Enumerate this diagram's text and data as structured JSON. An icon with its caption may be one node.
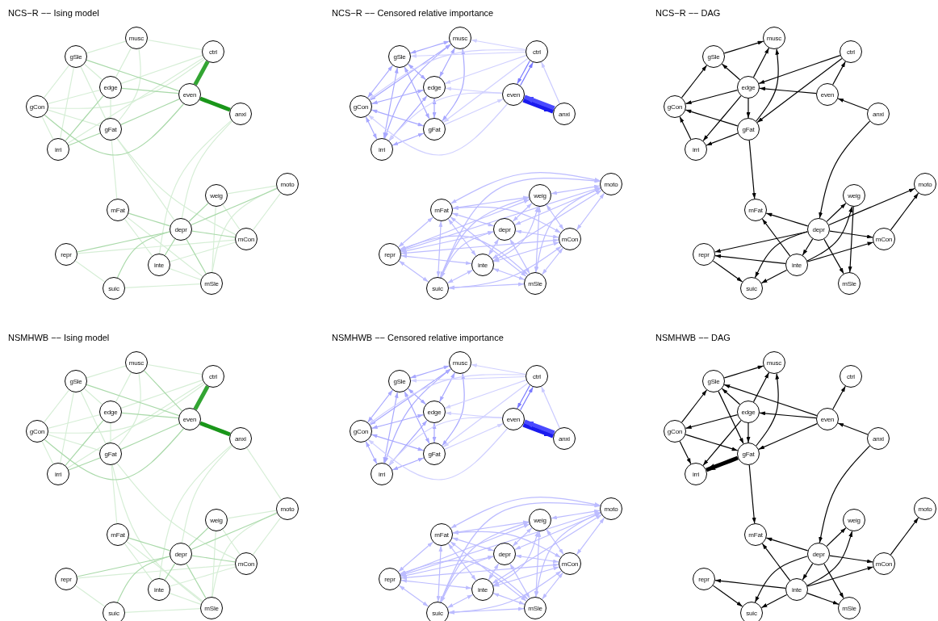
{
  "diagram": {
    "nodes": [
      {
        "text": [
          "musc"
        ]
      },
      {
        "text": [
          "gSle"
        ]
      },
      {
        "text": [
          "ctrl"
        ]
      },
      {
        "text": [
          "edge"
        ]
      },
      {
        "text": [
          "even"
        ]
      },
      {
        "text": [
          "gCon"
        ]
      },
      {
        "text": [
          "anxi"
        ]
      },
      {
        "text": [
          "gFat"
        ]
      },
      {
        "text": [
          "irri"
        ]
      },
      {
        "text": [
          "moto"
        ]
      },
      {
        "text": [
          "weig"
        ]
      },
      {
        "text": [
          "mFat"
        ]
      },
      {
        "text": [
          "depr"
        ]
      },
      {
        "text": [
          "mCon"
        ]
      },
      {
        "text": [
          "repr"
        ]
      },
      {
        "text": [
          "inte"
        ]
      },
      {
        "text": [
          "mSle"
        ]
      },
      {
        "text": [
          "suic"
        ]
      },
      {
        "text": [
          "musc"
        ]
      },
      {
        "text": [
          "gSle"
        ]
      },
      {
        "text": [
          "ctrl"
        ]
      },
      {
        "text": [
          "edge"
        ]
      },
      {
        "text": [
          "even"
        ]
      },
      {
        "text": [
          "gCon"
        ]
      },
      {
        "text": [
          "anxi"
        ]
      },
      {
        "text": [
          "gFat"
        ]
      },
      {
        "text": [
          "irri"
        ]
      },
      {
        "text": [
          "moto"
        ]
      },
      {
        "text": [
          "weig"
        ]
      },
      {
        "text": [
          "mFat"
        ]
      },
      {
        "text": [
          "depr"
        ]
      },
      {
        "text": [
          "mCon"
        ]
      },
      {
        "text": [
          "repr"
        ]
      },
      {
        "text": [
          "inte"
        ]
      },
      {
        "text": [
          "mSle"
        ]
      },
      {
        "text": [
          "suic"
        ]
      },
      {
        "text": [
          "musc"
        ]
      },
      {
        "text": [
          "gSle"
        ]
      },
      {
        "text": [
          "ctrl"
        ]
      },
      {
        "text": [
          "edge"
        ]
      },
      {
        "text": [
          "even"
        ]
      },
      {
        "text": [
          "gCon"
        ]
      },
      {
        "text": [
          "anxi"
        ]
      },
      {
        "text": [
          "gFat"
        ]
      },
      {
        "text": [
          "irri"
        ]
      },
      {
        "text": [
          "moto"
        ]
      },
      {
        "text": [
          "weig"
        ]
      },
      {
        "text": [
          "mFat"
        ]
      },
      {
        "text": [
          "depr"
        ]
      },
      {
        "text": [
          "mCon"
        ]
      },
      {
        "text": [
          "repr"
        ]
      },
      {
        "text": [
          "inte"
        ]
      },
      {
        "text": [
          "mSle"
        ]
      },
      {
        "text": [
          "suic"
        ]
      },
      {
        "text": [
          "musc"
        ]
      },
      {
        "text": [
          "gSle"
        ]
      },
      {
        "text": [
          "ctrl"
        ]
      },
      {
        "text": [
          "edge"
        ]
      },
      {
        "text": [
          "even"
        ]
      },
      {
        "text": [
          "gCon"
        ]
      },
      {
        "text": [
          "anxi"
        ]
      },
      {
        "text": [
          "gFat"
        ]
      },
      {
        "text": [
          "irri"
        ]
      },
      {
        "text": [
          "moto"
        ]
      },
      {
        "text": [
          "weig"
        ]
      },
      {
        "text": [
          "mFat"
        ]
      },
      {
        "text": [
          "depr"
        ]
      },
      {
        "text": [
          "mCon"
        ]
      },
      {
        "text": [
          "repr"
        ]
      },
      {
        "text": [
          "inte"
        ]
      },
      {
        "text": [
          "mSle"
        ]
      },
      {
        "text": [
          "suic"
        ]
      },
      {
        "text": [
          "musc"
        ]
      },
      {
        "text": [
          "gSle"
        ]
      },
      {
        "text": [
          "ctrl"
        ]
      },
      {
        "text": [
          "edge"
        ]
      },
      {
        "text": [
          "even"
        ]
      },
      {
        "text": [
          "gCon"
        ]
      },
      {
        "text": [
          "anxi"
        ]
      },
      {
        "text": [
          "gFat"
        ]
      },
      {
        "text": [
          "irri"
        ]
      },
      {
        "text": [
          "moto"
        ]
      },
      {
        "text": [
          "weig"
        ]
      },
      {
        "text": [
          "mFat"
        ]
      },
      {
        "text": [
          "depr"
        ]
      },
      {
        "text": [
          "mCon"
        ]
      },
      {
        "text": [
          "repr"
        ]
      },
      {
        "text": [
          "inte"
        ]
      },
      {
        "text": [
          "mSle"
        ]
      },
      {
        "text": [
          "suic"
        ]
      },
      {
        "text": [
          "musc"
        ]
      },
      {
        "text": [
          "gSle"
        ]
      },
      {
        "text": [
          "ctrl"
        ]
      },
      {
        "text": [
          "edge"
        ]
      },
      {
        "text": [
          "even"
        ]
      },
      {
        "text": [
          "gCon"
        ]
      },
      {
        "text": [
          "anxi"
        ]
      },
      {
        "text": [
          "gFat"
        ]
      },
      {
        "text": [
          "irri"
        ]
      },
      {
        "text": [
          "moto"
        ]
      },
      {
        "text": [
          "weig"
        ]
      },
      {
        "text": [
          "mFat"
        ]
      },
      {
        "text": [
          "depr"
        ]
      },
      {
        "text": [
          "mCon"
        ]
      },
      {
        "text": [
          "repr"
        ]
      },
      {
        "text": [
          "inte"
        ]
      },
      {
        "text": [
          "mSle"
        ]
      },
      {
        "text": [
          "suic"
        ]
      }
    ],
    "edges": [
      {
        "from": 0,
        "to": 1,
        "arrow": "none",
        "color": "#d6eed6"
      },
      {
        "from": 0,
        "to": 2,
        "arrow": "none",
        "color": "#d6eed6"
      },
      {
        "from": 0,
        "to": 3,
        "arrow": "none",
        "color": "#d6eed6"
      },
      {
        "from": 0,
        "to": 7,
        "arrow": "none",
        "color": "#d6eed6"
      },
      {
        "from": 1,
        "to": 5,
        "arrow": "none",
        "color": "#d6eed6"
      },
      {
        "from": 1,
        "to": 3,
        "arrow": "none",
        "color": "#d6eed6"
      },
      {
        "from": 1,
        "to": 7,
        "arrow": "none",
        "color": "#d6eed6"
      },
      {
        "from": 1,
        "to": 8,
        "arrow": "none",
        "color": "#d6eed6"
      },
      {
        "from": 5,
        "to": 3,
        "arrow": "none",
        "color": "#d6eed6"
      },
      {
        "from": 5,
        "to": 7,
        "arrow": "none",
        "color": "#d6eed6"
      },
      {
        "from": 5,
        "to": 8,
        "arrow": "none",
        "color": "#d6eed6"
      },
      {
        "from": 7,
        "to": 11,
        "arrow": "none",
        "color": "#d6eed6"
      },
      {
        "from": 7,
        "to": 12,
        "arrow": "none",
        "color": "#d6eed6"
      },
      {
        "from": 7,
        "to": 13,
        "arrow": "none",
        "color": "#d6eed6"
      },
      {
        "from": 3,
        "to": 2,
        "arrow": "none",
        "color": "#d6eed6"
      },
      {
        "from": 5,
        "to": 2,
        "arrow": "none",
        "color": "#d6eed6"
      },
      {
        "from": 8,
        "to": 2,
        "arrow": "none",
        "color": "#d6eed6"
      },
      {
        "from": 10,
        "to": 16,
        "arrow": "none",
        "color": "#d6eed6"
      },
      {
        "from": 10,
        "to": 13,
        "arrow": "none",
        "color": "#d6eed6"
      },
      {
        "from": 9,
        "to": 13,
        "arrow": "none",
        "color": "#d6eed6"
      },
      {
        "from": 9,
        "to": 16,
        "arrow": "none",
        "color": "#d6eed6"
      },
      {
        "from": 11,
        "to": 15,
        "arrow": "none",
        "color": "#d6eed6"
      },
      {
        "from": 11,
        "to": 16,
        "arrow": "none",
        "color": "#d6eed6"
      },
      {
        "from": 14,
        "to": 17,
        "arrow": "none",
        "color": "#d6eed6"
      },
      {
        "from": 14,
        "to": 13,
        "arrow": "none",
        "color": "#d6eed6"
      },
      {
        "from": 17,
        "to": 16,
        "arrow": "none",
        "color": "#d6eed6"
      },
      {
        "from": 15,
        "to": 13,
        "arrow": "none",
        "color": "#d6eed6"
      },
      {
        "from": 15,
        "to": 16,
        "arrow": "none",
        "color": "#d6eed6"
      },
      {
        "from": 6,
        "to": 12,
        "arrow": "none",
        "color": "#d6eed6"
      },
      {
        "from": 6,
        "to": 15,
        "arrow": "none",
        "color": "#d6eed6"
      },
      {
        "from": 10,
        "to": 9,
        "arrow": "none",
        "color": "#d6eed6"
      },
      {
        "from": 3,
        "to": 7,
        "arrow": "none",
        "color": "#d6eed6"
      },
      {
        "from": 1,
        "to": 4,
        "arrow": "none",
        "color": "#a9d9a9"
      },
      {
        "from": 3,
        "to": 4,
        "arrow": "none",
        "color": "#a9d9a9"
      },
      {
        "from": 5,
        "to": 4,
        "arrow": "none",
        "color": "#a9d9a9"
      },
      {
        "from": 7,
        "to": 4,
        "arrow": "none",
        "color": "#a9d9a9"
      },
      {
        "from": 7,
        "to": 8,
        "arrow": "none",
        "color": "#a9d9a9"
      },
      {
        "from": 3,
        "to": 8,
        "arrow": "none",
        "color": "#a9d9a9"
      },
      {
        "from": 11,
        "to": 12,
        "arrow": "none",
        "color": "#a9d9a9"
      },
      {
        "from": 12,
        "to": 13,
        "arrow": "none",
        "color": "#a9d9a9"
      },
      {
        "from": 12,
        "to": 16,
        "arrow": "none",
        "color": "#a9d9a9"
      },
      {
        "from": 12,
        "to": 10,
        "arrow": "none",
        "color": "#a9d9a9"
      },
      {
        "from": 12,
        "to": 17,
        "arrow": "none",
        "color": "#a9d9a9"
      },
      {
        "from": 14,
        "to": 12,
        "arrow": "none",
        "color": "#a9d9a9"
      },
      {
        "from": 12,
        "to": 9,
        "arrow": "none",
        "color": "#a9d9a9"
      },
      {
        "from": 15,
        "to": 12,
        "arrow": "none",
        "color": "#a9d9a9"
      },
      {
        "from": 2,
        "to": 4,
        "arrow": "none",
        "style": "thick",
        "color": "#33a533"
      },
      {
        "from": 4,
        "to": 6,
        "arrow": "none",
        "style": "thick",
        "color": "#1a961a"
      },
      {
        "from": 18,
        "to": 19,
        "arrow": "both",
        "color": "#a8a8ff"
      },
      {
        "from": 18,
        "to": 21,
        "arrow": "both",
        "color": "#a8a8ff"
      },
      {
        "from": 18,
        "to": 23,
        "arrow": "both",
        "color": "#a8a8ff"
      },
      {
        "from": 18,
        "to": 25,
        "arrow": "both",
        "color": "#a8a8ff"
      },
      {
        "from": 18,
        "to": 26,
        "arrow": "both",
        "color": "#a8a8ff"
      },
      {
        "from": 19,
        "to": 21,
        "arrow": "both",
        "color": "#a8a8ff"
      },
      {
        "from": 19,
        "to": 23,
        "arrow": "both",
        "color": "#a8a8ff"
      },
      {
        "from": 19,
        "to": 25,
        "arrow": "both",
        "color": "#a8a8ff"
      },
      {
        "from": 19,
        "to": 26,
        "arrow": "both",
        "color": "#a8a8ff"
      },
      {
        "from": 21,
        "to": 23,
        "arrow": "both",
        "color": "#a8a8ff"
      },
      {
        "from": 21,
        "to": 25,
        "arrow": "both",
        "color": "#a8a8ff"
      },
      {
        "from": 21,
        "to": 26,
        "arrow": "both",
        "color": "#a8a8ff"
      },
      {
        "from": 23,
        "to": 25,
        "arrow": "both",
        "color": "#a8a8ff"
      },
      {
        "from": 23,
        "to": 26,
        "arrow": "both",
        "color": "#a8a8ff"
      },
      {
        "from": 25,
        "to": 26,
        "arrow": "both",
        "color": "#a8a8ff"
      },
      {
        "from": 20,
        "to": 18,
        "arrow": "to",
        "color": "#d0d0ff"
      },
      {
        "from": 20,
        "to": 19,
        "arrow": "to",
        "color": "#d0d0ff"
      },
      {
        "from": 20,
        "to": 21,
        "arrow": "to",
        "color": "#d0d0ff"
      },
      {
        "from": 20,
        "to": 23,
        "arrow": "to",
        "color": "#d0d0ff"
      },
      {
        "from": 20,
        "to": 25,
        "arrow": "to",
        "color": "#d0d0ff"
      },
      {
        "from": 22,
        "to": 21,
        "arrow": "to",
        "color": "#d0d0ff"
      },
      {
        "from": 22,
        "to": 23,
        "arrow": "to",
        "color": "#d0d0ff"
      },
      {
        "from": 22,
        "to": 26,
        "arrow": "to",
        "color": "#d0d0ff"
      },
      {
        "from": 25,
        "to": 22,
        "arrow": "to",
        "color": "#d0d0ff"
      },
      {
        "from": 24,
        "to": 20,
        "arrow": "to",
        "color": "#cacaff"
      },
      {
        "from": 27,
        "to": 28,
        "arrow": "both",
        "color": "#bcbcff"
      },
      {
        "from": 27,
        "to": 29,
        "arrow": "both",
        "color": "#bcbcff"
      },
      {
        "from": 27,
        "to": 30,
        "arrow": "both",
        "color": "#bcbcff"
      },
      {
        "from": 27,
        "to": 31,
        "arrow": "both",
        "color": "#bcbcff"
      },
      {
        "from": 27,
        "to": 32,
        "arrow": "both",
        "color": "#bcbcff"
      },
      {
        "from": 27,
        "to": 33,
        "arrow": "both",
        "color": "#bcbcff"
      },
      {
        "from": 27,
        "to": 34,
        "arrow": "both",
        "color": "#bcbcff"
      },
      {
        "from": 27,
        "to": 35,
        "arrow": "both",
        "color": "#bcbcff"
      },
      {
        "from": 28,
        "to": 29,
        "arrow": "both",
        "color": "#bcbcff"
      },
      {
        "from": 28,
        "to": 30,
        "arrow": "both",
        "color": "#bcbcff"
      },
      {
        "from": 28,
        "to": 31,
        "arrow": "both",
        "color": "#bcbcff"
      },
      {
        "from": 28,
        "to": 32,
        "arrow": "both",
        "color": "#bcbcff"
      },
      {
        "from": 28,
        "to": 33,
        "arrow": "both",
        "color": "#bcbcff"
      },
      {
        "from": 28,
        "to": 34,
        "arrow": "both",
        "color": "#bcbcff"
      },
      {
        "from": 28,
        "to": 35,
        "arrow": "both",
        "color": "#bcbcff"
      },
      {
        "from": 29,
        "to": 30,
        "arrow": "both",
        "color": "#bcbcff"
      },
      {
        "from": 29,
        "to": 31,
        "arrow": "both",
        "color": "#bcbcff"
      },
      {
        "from": 29,
        "to": 32,
        "arrow": "both",
        "color": "#bcbcff"
      },
      {
        "from": 29,
        "to": 33,
        "arrow": "both",
        "color": "#bcbcff"
      },
      {
        "from": 29,
        "to": 34,
        "arrow": "both",
        "color": "#bcbcff"
      },
      {
        "from": 29,
        "to": 35,
        "arrow": "both",
        "color": "#bcbcff"
      },
      {
        "from": 30,
        "to": 31,
        "arrow": "both",
        "color": "#bcbcff"
      },
      {
        "from": 30,
        "to": 32,
        "arrow": "both",
        "color": "#bcbcff"
      },
      {
        "from": 30,
        "to": 33,
        "arrow": "both",
        "color": "#bcbcff"
      },
      {
        "from": 30,
        "to": 34,
        "arrow": "both",
        "color": "#bcbcff"
      },
      {
        "from": 30,
        "to": 35,
        "arrow": "both",
        "color": "#bcbcff"
      },
      {
        "from": 31,
        "to": 32,
        "arrow": "both",
        "color": "#bcbcff"
      },
      {
        "from": 31,
        "to": 33,
        "arrow": "both",
        "color": "#bcbcff"
      },
      {
        "from": 31,
        "to": 34,
        "arrow": "both",
        "color": "#bcbcff"
      },
      {
        "from": 31,
        "to": 35,
        "arrow": "both",
        "color": "#bcbcff"
      },
      {
        "from": 32,
        "to": 33,
        "arrow": "both",
        "color": "#bcbcff"
      },
      {
        "from": 32,
        "to": 34,
        "arrow": "both",
        "color": "#bcbcff"
      },
      {
        "from": 32,
        "to": 35,
        "arrow": "both",
        "color": "#bcbcff"
      },
      {
        "from": 33,
        "to": 34,
        "arrow": "both",
        "color": "#bcbcff"
      },
      {
        "from": 33,
        "to": 35,
        "arrow": "both",
        "color": "#bcbcff"
      },
      {
        "from": 34,
        "to": 35,
        "arrow": "both",
        "color": "#bcbcff"
      },
      {
        "from": 20,
        "to": 22,
        "arrow": "to",
        "color": "#7a7aff"
      },
      {
        "from": 22,
        "to": 20,
        "arrow": "to",
        "color": "#7a7aff"
      },
      {
        "from": 22,
        "to": 24,
        "arrow": "to",
        "style": "thick",
        "color": "#1a1aee"
      },
      {
        "from": 24,
        "to": 22,
        "arrow": "to",
        "style": "thick",
        "color": "#4a4aff"
      },
      {
        "from": 37,
        "to": 36,
        "arrow": "to",
        "color": "#000000"
      },
      {
        "from": 39,
        "to": 36,
        "arrow": "to",
        "color": "#000000"
      },
      {
        "from": 43,
        "to": 36,
        "arrow": "to",
        "color": "#000000"
      },
      {
        "from": 39,
        "to": 37,
        "arrow": "to",
        "color": "#000000"
      },
      {
        "from": 41,
        "to": 37,
        "arrow": "to",
        "color": "#000000"
      },
      {
        "from": 39,
        "to": 41,
        "arrow": "to",
        "color": "#000000"
      },
      {
        "from": 43,
        "to": 41,
        "arrow": "to",
        "color": "#000000"
      },
      {
        "from": 44,
        "to": 41,
        "arrow": "to",
        "color": "#000000"
      },
      {
        "from": 39,
        "to": 43,
        "arrow": "to",
        "color": "#000000"
      },
      {
        "from": 39,
        "to": 44,
        "arrow": "to",
        "color": "#000000"
      },
      {
        "from": 43,
        "to": 44,
        "arrow": "to",
        "color": "#000000"
      },
      {
        "from": 38,
        "to": 39,
        "arrow": "to",
        "color": "#000000"
      },
      {
        "from": 38,
        "to": 43,
        "arrow": "to",
        "color": "#000000"
      },
      {
        "from": 40,
        "to": 39,
        "arrow": "to",
        "color": "#000000"
      },
      {
        "from": 40,
        "to": 38,
        "arrow": "to",
        "color": "#000000"
      },
      {
        "from": 42,
        "to": 40,
        "arrow": "to",
        "color": "#000000"
      },
      {
        "from": 42,
        "to": 48,
        "arrow": "to",
        "color": "#000000"
      },
      {
        "from": 43,
        "to": 47,
        "arrow": "to",
        "color": "#000000"
      },
      {
        "from": 48,
        "to": 47,
        "arrow": "to",
        "color": "#000000"
      },
      {
        "from": 51,
        "to": 47,
        "arrow": "to",
        "color": "#000000"
      },
      {
        "from": 48,
        "to": 46,
        "arrow": "to",
        "color": "#000000"
      },
      {
        "from": 51,
        "to": 46,
        "arrow": "to",
        "color": "#000000"
      },
      {
        "from": 48,
        "to": 51,
        "arrow": "to",
        "color": "#000000"
      },
      {
        "from": 48,
        "to": 45,
        "arrow": "to",
        "color": "#000000"
      },
      {
        "from": 49,
        "to": 45,
        "arrow": "to",
        "color": "#000000"
      },
      {
        "from": 48,
        "to": 49,
        "arrow": "to",
        "color": "#000000"
      },
      {
        "from": 51,
        "to": 49,
        "arrow": "to",
        "color": "#000000"
      },
      {
        "from": 48,
        "to": 50,
        "arrow": "to",
        "color": "#000000"
      },
      {
        "from": 51,
        "to": 50,
        "arrow": "to",
        "color": "#000000"
      },
      {
        "from": 50,
        "to": 53,
        "arrow": "to",
        "color": "#000000"
      },
      {
        "from": 51,
        "to": 53,
        "arrow": "to",
        "color": "#000000"
      },
      {
        "from": 48,
        "to": 53,
        "arrow": "to",
        "color": "#000000"
      },
      {
        "from": 46,
        "to": 52,
        "arrow": "to",
        "color": "#000000"
      },
      {
        "from": 48,
        "to": 52,
        "arrow": "to",
        "color": "#000000"
      },
      {
        "from": 54,
        "to": 55,
        "arrow": "none",
        "color": "#d6eed6"
      },
      {
        "from": 54,
        "to": 56,
        "arrow": "none",
        "color": "#d6eed6"
      },
      {
        "from": 54,
        "to": 57,
        "arrow": "none",
        "color": "#d6eed6"
      },
      {
        "from": 54,
        "to": 61,
        "arrow": "none",
        "color": "#d6eed6"
      },
      {
        "from": 55,
        "to": 59,
        "arrow": "none",
        "color": "#d6eed6"
      },
      {
        "from": 55,
        "to": 57,
        "arrow": "none",
        "color": "#d6eed6"
      },
      {
        "from": 55,
        "to": 61,
        "arrow": "none",
        "color": "#d6eed6"
      },
      {
        "from": 55,
        "to": 62,
        "arrow": "none",
        "color": "#d6eed6"
      },
      {
        "from": 59,
        "to": 57,
        "arrow": "none",
        "color": "#d6eed6"
      },
      {
        "from": 59,
        "to": 61,
        "arrow": "none",
        "color": "#d6eed6"
      },
      {
        "from": 59,
        "to": 62,
        "arrow": "none",
        "color": "#d6eed6"
      },
      {
        "from": 61,
        "to": 65,
        "arrow": "none",
        "color": "#d6eed6"
      },
      {
        "from": 61,
        "to": 70,
        "arrow": "none",
        "color": "#d6eed6"
      },
      {
        "from": 61,
        "to": 67,
        "arrow": "none",
        "color": "#d6eed6"
      },
      {
        "from": 57,
        "to": 56,
        "arrow": "none",
        "color": "#d6eed6"
      },
      {
        "from": 59,
        "to": 56,
        "arrow": "none",
        "color": "#d6eed6"
      },
      {
        "from": 62,
        "to": 56,
        "arrow": "none",
        "color": "#d6eed6"
      },
      {
        "from": 64,
        "to": 70,
        "arrow": "none",
        "color": "#d6eed6"
      },
      {
        "from": 64,
        "to": 67,
        "arrow": "none",
        "color": "#d6eed6"
      },
      {
        "from": 63,
        "to": 67,
        "arrow": "none",
        "color": "#d6eed6"
      },
      {
        "from": 63,
        "to": 70,
        "arrow": "none",
        "color": "#d6eed6"
      },
      {
        "from": 65,
        "to": 69,
        "arrow": "none",
        "color": "#d6eed6"
      },
      {
        "from": 65,
        "to": 70,
        "arrow": "none",
        "color": "#d6eed6"
      },
      {
        "from": 68,
        "to": 71,
        "arrow": "none",
        "color": "#d6eed6"
      },
      {
        "from": 68,
        "to": 67,
        "arrow": "none",
        "color": "#d6eed6"
      },
      {
        "from": 71,
        "to": 70,
        "arrow": "none",
        "color": "#d6eed6"
      },
      {
        "from": 69,
        "to": 67,
        "arrow": "none",
        "color": "#d6eed6"
      },
      {
        "from": 69,
        "to": 70,
        "arrow": "none",
        "color": "#d6eed6"
      },
      {
        "from": 60,
        "to": 66,
        "arrow": "none",
        "color": "#d6eed6"
      },
      {
        "from": 60,
        "to": 69,
        "arrow": "none",
        "color": "#d6eed6"
      },
      {
        "from": 64,
        "to": 63,
        "arrow": "none",
        "color": "#d6eed6"
      },
      {
        "from": 57,
        "to": 61,
        "arrow": "none",
        "color": "#d6eed6"
      },
      {
        "from": 60,
        "to": 63,
        "arrow": "none",
        "color": "#d6eed6"
      },
      {
        "from": 54,
        "to": 58,
        "arrow": "none",
        "color": "#a9d9a9"
      },
      {
        "from": 55,
        "to": 58,
        "arrow": "none",
        "color": "#a9d9a9"
      },
      {
        "from": 57,
        "to": 58,
        "arrow": "none",
        "color": "#a9d9a9"
      },
      {
        "from": 59,
        "to": 58,
        "arrow": "none",
        "color": "#a9d9a9"
      },
      {
        "from": 61,
        "to": 58,
        "arrow": "none",
        "color": "#a9d9a9"
      },
      {
        "from": 61,
        "to": 62,
        "arrow": "none",
        "color": "#a9d9a9"
      },
      {
        "from": 57,
        "to": 62,
        "arrow": "none",
        "color": "#a9d9a9"
      },
      {
        "from": 65,
        "to": 66,
        "arrow": "none",
        "color": "#a9d9a9"
      },
      {
        "from": 66,
        "to": 67,
        "arrow": "none",
        "color": "#a9d9a9"
      },
      {
        "from": 66,
        "to": 70,
        "arrow": "none",
        "color": "#a9d9a9"
      },
      {
        "from": 66,
        "to": 64,
        "arrow": "none",
        "color": "#a9d9a9"
      },
      {
        "from": 66,
        "to": 71,
        "arrow": "none",
        "color": "#a9d9a9"
      },
      {
        "from": 68,
        "to": 66,
        "arrow": "none",
        "color": "#a9d9a9"
      },
      {
        "from": 66,
        "to": 63,
        "arrow": "none",
        "color": "#a9d9a9"
      },
      {
        "from": 69,
        "to": 66,
        "arrow": "none",
        "color": "#a9d9a9"
      },
      {
        "from": 56,
        "to": 58,
        "arrow": "none",
        "style": "thick",
        "color": "#33a533"
      },
      {
        "from": 58,
        "to": 60,
        "arrow": "none",
        "style": "thick",
        "color": "#1a961a"
      },
      {
        "from": 72,
        "to": 73,
        "arrow": "both",
        "color": "#a8a8ff"
      },
      {
        "from": 72,
        "to": 75,
        "arrow": "both",
        "color": "#a8a8ff"
      },
      {
        "from": 72,
        "to": 77,
        "arrow": "both",
        "color": "#a8a8ff"
      },
      {
        "from": 72,
        "to": 79,
        "arrow": "both",
        "color": "#a8a8ff"
      },
      {
        "from": 72,
        "to": 80,
        "arrow": "both",
        "color": "#a8a8ff"
      },
      {
        "from": 73,
        "to": 75,
        "arrow": "both",
        "color": "#a8a8ff"
      },
      {
        "from": 73,
        "to": 77,
        "arrow": "both",
        "color": "#a8a8ff"
      },
      {
        "from": 73,
        "to": 79,
        "arrow": "both",
        "color": "#a8a8ff"
      },
      {
        "from": 73,
        "to": 80,
        "arrow": "both",
        "color": "#a8a8ff"
      },
      {
        "from": 75,
        "to": 77,
        "arrow": "both",
        "color": "#a8a8ff"
      },
      {
        "from": 75,
        "to": 79,
        "arrow": "both",
        "color": "#a8a8ff"
      },
      {
        "from": 75,
        "to": 80,
        "arrow": "both",
        "color": "#a8a8ff"
      },
      {
        "from": 77,
        "to": 79,
        "arrow": "both",
        "color": "#a8a8ff"
      },
      {
        "from": 77,
        "to": 80,
        "arrow": "both",
        "color": "#a8a8ff"
      },
      {
        "from": 79,
        "to": 80,
        "arrow": "both",
        "color": "#a8a8ff"
      },
      {
        "from": 74,
        "to": 72,
        "arrow": "to",
        "color": "#d0d0ff"
      },
      {
        "from": 74,
        "to": 73,
        "arrow": "to",
        "color": "#d0d0ff"
      },
      {
        "from": 74,
        "to": 75,
        "arrow": "to",
        "color": "#d0d0ff"
      },
      {
        "from": 74,
        "to": 77,
        "arrow": "to",
        "color": "#d0d0ff"
      },
      {
        "from": 74,
        "to": 79,
        "arrow": "to",
        "color": "#d0d0ff"
      },
      {
        "from": 76,
        "to": 75,
        "arrow": "to",
        "color": "#d0d0ff"
      },
      {
        "from": 76,
        "to": 77,
        "arrow": "to",
        "color": "#d0d0ff"
      },
      {
        "from": 76,
        "to": 80,
        "arrow": "to",
        "color": "#d0d0ff"
      },
      {
        "from": 79,
        "to": 76,
        "arrow": "to",
        "color": "#d0d0ff"
      },
      {
        "from": 78,
        "to": 74,
        "arrow": "to",
        "color": "#cacaff"
      },
      {
        "from": 81,
        "to": 82,
        "arrow": "both",
        "color": "#bcbcff"
      },
      {
        "from": 81,
        "to": 83,
        "arrow": "both",
        "color": "#bcbcff"
      },
      {
        "from": 81,
        "to": 84,
        "arrow": "both",
        "color": "#bcbcff"
      },
      {
        "from": 81,
        "to": 85,
        "arrow": "both",
        "color": "#bcbcff"
      },
      {
        "from": 81,
        "to": 86,
        "arrow": "both",
        "color": "#bcbcff"
      },
      {
        "from": 81,
        "to": 87,
        "arrow": "both",
        "color": "#bcbcff"
      },
      {
        "from": 81,
        "to": 88,
        "arrow": "both",
        "color": "#bcbcff"
      },
      {
        "from": 81,
        "to": 89,
        "arrow": "both",
        "color": "#bcbcff"
      },
      {
        "from": 82,
        "to": 83,
        "arrow": "both",
        "color": "#bcbcff"
      },
      {
        "from": 82,
        "to": 84,
        "arrow": "both",
        "color": "#bcbcff"
      },
      {
        "from": 82,
        "to": 85,
        "arrow": "both",
        "color": "#bcbcff"
      },
      {
        "from": 82,
        "to": 86,
        "arrow": "both",
        "color": "#bcbcff"
      },
      {
        "from": 82,
        "to": 87,
        "arrow": "both",
        "color": "#bcbcff"
      },
      {
        "from": 82,
        "to": 88,
        "arrow": "both",
        "color": "#bcbcff"
      },
      {
        "from": 82,
        "to": 89,
        "arrow": "both",
        "color": "#bcbcff"
      },
      {
        "from": 83,
        "to": 84,
        "arrow": "both",
        "color": "#bcbcff"
      },
      {
        "from": 83,
        "to": 85,
        "arrow": "both",
        "color": "#bcbcff"
      },
      {
        "from": 83,
        "to": 86,
        "arrow": "both",
        "color": "#bcbcff"
      },
      {
        "from": 83,
        "to": 87,
        "arrow": "both",
        "color": "#bcbcff"
      },
      {
        "from": 83,
        "to": 88,
        "arrow": "both",
        "color": "#bcbcff"
      },
      {
        "from": 83,
        "to": 89,
        "arrow": "both",
        "color": "#bcbcff"
      },
      {
        "from": 84,
        "to": 85,
        "arrow": "both",
        "color": "#bcbcff"
      },
      {
        "from": 84,
        "to": 86,
        "arrow": "both",
        "color": "#bcbcff"
      },
      {
        "from": 84,
        "to": 87,
        "arrow": "both",
        "color": "#bcbcff"
      },
      {
        "from": 84,
        "to": 88,
        "arrow": "both",
        "color": "#bcbcff"
      },
      {
        "from": 84,
        "to": 89,
        "arrow": "both",
        "color": "#bcbcff"
      },
      {
        "from": 85,
        "to": 86,
        "arrow": "both",
        "color": "#bcbcff"
      },
      {
        "from": 85,
        "to": 87,
        "arrow": "both",
        "color": "#bcbcff"
      },
      {
        "from": 85,
        "to": 88,
        "arrow": "both",
        "color": "#bcbcff"
      },
      {
        "from": 85,
        "to": 89,
        "arrow": "both",
        "color": "#bcbcff"
      },
      {
        "from": 86,
        "to": 87,
        "arrow": "both",
        "color": "#bcbcff"
      },
      {
        "from": 86,
        "to": 88,
        "arrow": "both",
        "color": "#bcbcff"
      },
      {
        "from": 86,
        "to": 89,
        "arrow": "both",
        "color": "#bcbcff"
      },
      {
        "from": 87,
        "to": 88,
        "arrow": "both",
        "color": "#bcbcff"
      },
      {
        "from": 87,
        "to": 89,
        "arrow": "both",
        "color": "#bcbcff"
      },
      {
        "from": 88,
        "to": 89,
        "arrow": "both",
        "color": "#bcbcff"
      },
      {
        "from": 74,
        "to": 76,
        "arrow": "to",
        "color": "#7a7aff"
      },
      {
        "from": 76,
        "to": 74,
        "arrow": "to",
        "color": "#7a7aff"
      },
      {
        "from": 76,
        "to": 78,
        "arrow": "to",
        "style": "thick",
        "color": "#1a1aee"
      },
      {
        "from": 78,
        "to": 76,
        "arrow": "to",
        "style": "thick",
        "color": "#4a4aff"
      },
      {
        "from": 91,
        "to": 90,
        "arrow": "to",
        "color": "#000000"
      },
      {
        "from": 93,
        "to": 90,
        "arrow": "to",
        "color": "#000000"
      },
      {
        "from": 97,
        "to": 90,
        "arrow": "to",
        "color": "#000000"
      },
      {
        "from": 93,
        "to": 91,
        "arrow": "to",
        "color": "#000000"
      },
      {
        "from": 94,
        "to": 91,
        "arrow": "to",
        "color": "#000000"
      },
      {
        "from": 95,
        "to": 91,
        "arrow": "to",
        "color": "#000000"
      },
      {
        "from": 91,
        "to": 97,
        "arrow": "to",
        "color": "#000000"
      },
      {
        "from": 93,
        "to": 95,
        "arrow": "to",
        "color": "#000000"
      },
      {
        "from": 95,
        "to": 97,
        "arrow": "to",
        "color": "#000000"
      },
      {
        "from": 95,
        "to": 98,
        "arrow": "to",
        "color": "#000000"
      },
      {
        "from": 93,
        "to": 97,
        "arrow": "to",
        "color": "#000000"
      },
      {
        "from": 93,
        "to": 98,
        "arrow": "to",
        "color": "#000000"
      },
      {
        "from": 97,
        "to": 98,
        "arrow": "to",
        "style": "thick",
        "color": "#000000"
      },
      {
        "from": 94,
        "to": 93,
        "arrow": "to",
        "color": "#000000"
      },
      {
        "from": 94,
        "to": 97,
        "arrow": "to",
        "color": "#000000"
      },
      {
        "from": 94,
        "to": 92,
        "arrow": "to",
        "color": "#000000"
      },
      {
        "from": 96,
        "to": 94,
        "arrow": "to",
        "color": "#000000"
      },
      {
        "from": 96,
        "to": 102,
        "arrow": "to",
        "color": "#000000"
      },
      {
        "from": 97,
        "to": 101,
        "arrow": "to",
        "color": "#000000"
      },
      {
        "from": 102,
        "to": 101,
        "arrow": "to",
        "color": "#000000"
      },
      {
        "from": 105,
        "to": 101,
        "arrow": "to",
        "color": "#000000"
      },
      {
        "from": 102,
        "to": 100,
        "arrow": "to",
        "color": "#000000"
      },
      {
        "from": 105,
        "to": 100,
        "arrow": "to",
        "color": "#000000"
      },
      {
        "from": 102,
        "to": 105,
        "arrow": "to",
        "color": "#000000"
      },
      {
        "from": 103,
        "to": 99,
        "arrow": "to",
        "color": "#000000"
      },
      {
        "from": 102,
        "to": 103,
        "arrow": "to",
        "color": "#000000"
      },
      {
        "from": 105,
        "to": 103,
        "arrow": "to",
        "color": "#000000"
      },
      {
        "from": 105,
        "to": 104,
        "arrow": "to",
        "color": "#000000"
      },
      {
        "from": 104,
        "to": 107,
        "arrow": "to",
        "color": "#000000"
      },
      {
        "from": 105,
        "to": 107,
        "arrow": "to",
        "color": "#000000"
      },
      {
        "from": 102,
        "to": 107,
        "arrow": "to",
        "color": "#000000"
      },
      {
        "from": 105,
        "to": 106,
        "arrow": "to",
        "color": "#000000"
      },
      {
        "from": 102,
        "to": 106,
        "arrow": "to",
        "color": "#000000"
      }
    ],
    "labels": [
      "NCS−R −− Ising model",
      "NCS−R −− Censored relative importance",
      "NCS−R −− DAG",
      "NSMHWB −− Ising model",
      "NSMHWB −− Censored relative importance",
      "NSMHWB −− DAG"
    ]
  }
}
